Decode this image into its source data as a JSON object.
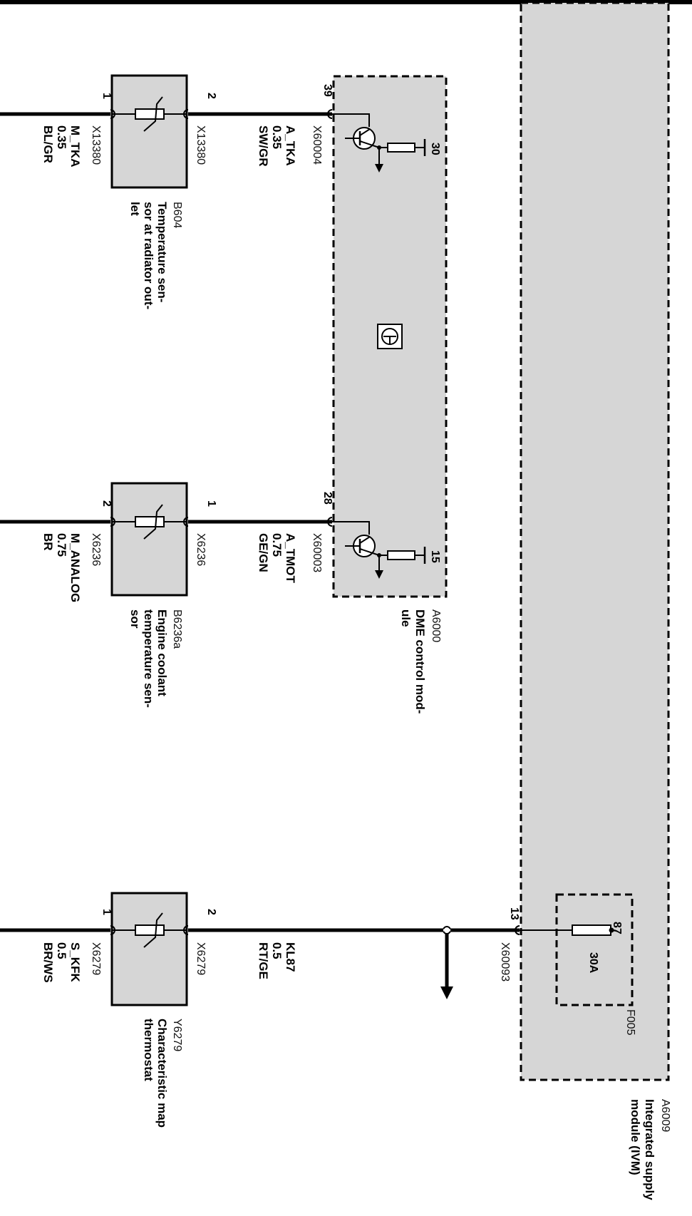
{
  "ivm": {
    "id": "A6009",
    "name_line1": "Integrated supply",
    "name_line2": "module (IVM)",
    "pin": "13",
    "connector": "X60093",
    "fuse": {
      "id": "F005",
      "pin": "87",
      "rating": "30A"
    }
  },
  "dme": {
    "id": "A6000",
    "name_line1": "DME control mod-",
    "name_line2": "ule",
    "pin_top": "39",
    "connector_top": "X60004",
    "supply_top": "30",
    "pin_mid": "28",
    "connector_mid": "X60003",
    "supply_mid": "15"
  },
  "sensors": [
    {
      "id": "B604",
      "desc": [
        "Temperature sen-",
        "sor at radiator out-",
        "let"
      ],
      "pin_right": "2",
      "conn_right": "X13380",
      "pin_left": "1",
      "conn_left": "X13380"
    },
    {
      "id": "B6236a",
      "desc": [
        "Engine coolant",
        "temperature sen-",
        "sor"
      ],
      "pin_right": "1",
      "conn_right": "X6236",
      "pin_left": "2",
      "conn_left": "X6236"
    },
    {
      "id": "Y6279",
      "desc": [
        "Characteristic map",
        "thermostat"
      ],
      "pin_right": "2",
      "conn_right": "X6279",
      "pin_left": "1",
      "conn_left": "X6279"
    }
  ],
  "wires": [
    {
      "signal": "A_TKA",
      "size": "0.35",
      "color": "SW/GR"
    },
    {
      "signal": "M_TKA",
      "size": "0.35",
      "color": "BL/GR"
    },
    {
      "signal": "A_TMOT",
      "size": "0.75",
      "color": "GE/GN"
    },
    {
      "signal": "M_ANALOG",
      "size": "0.75",
      "color": "BR"
    },
    {
      "signal": "KL87",
      "size": "0.5",
      "color": "RT/GE"
    },
    {
      "signal": "S_KFK",
      "size": "0.5",
      "color": "BR/WS"
    }
  ]
}
